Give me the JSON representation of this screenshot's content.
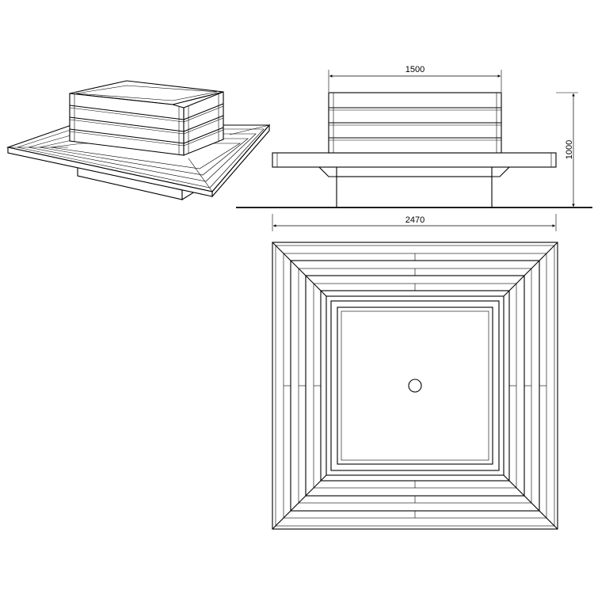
{
  "dimensions": {
    "top_width": "1500",
    "height": "1000",
    "overall_width": "2470"
  },
  "colors": {
    "line": "#000000",
    "background": "#ffffff"
  }
}
